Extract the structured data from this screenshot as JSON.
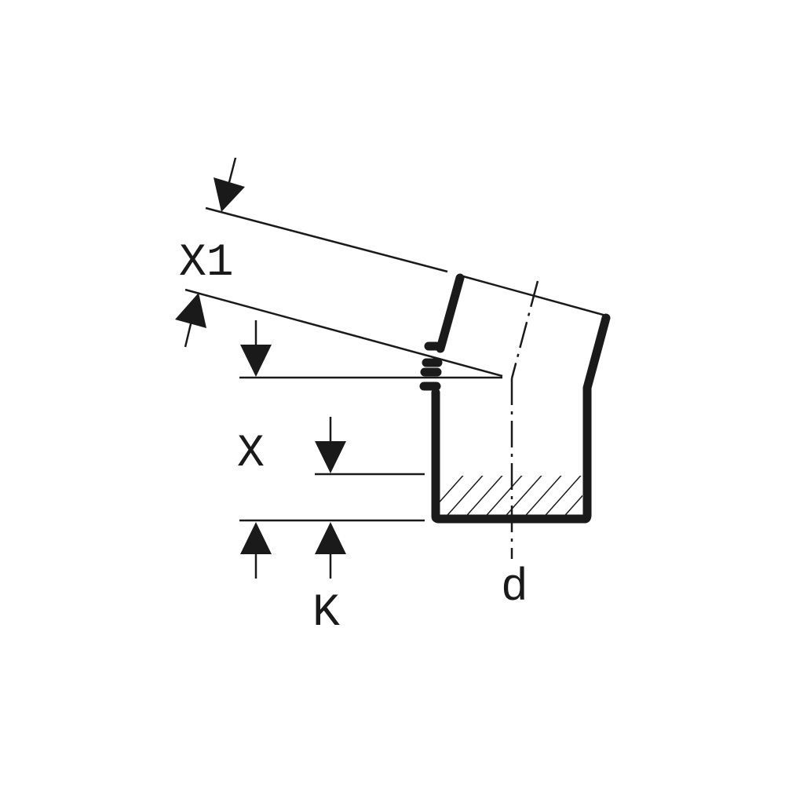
{
  "labels": {
    "x1": "X1",
    "x": "X",
    "k": "K",
    "d": "d"
  },
  "colors": {
    "ink": "#1a1a1a",
    "background": "#ffffff"
  }
}
